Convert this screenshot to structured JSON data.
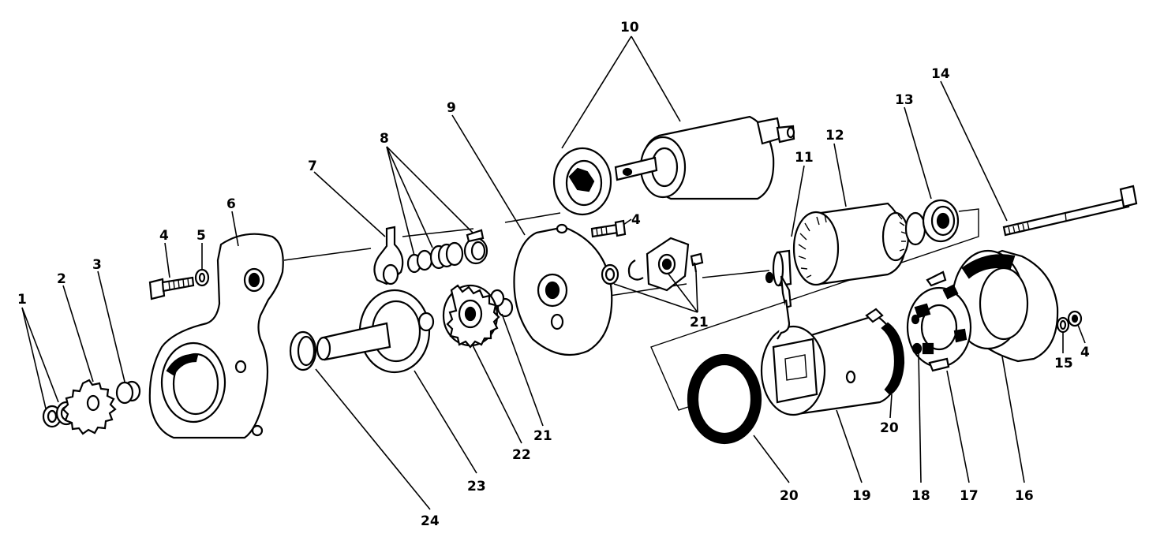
{
  "labels": {
    "l1": "1",
    "l2": "2",
    "l3": "3",
    "l4a": "4",
    "l5": "5",
    "l6": "6",
    "l7": "7",
    "l8": "8",
    "l9": "9",
    "l10": "10",
    "l4b": "4",
    "l11": "11",
    "l12": "12",
    "l13": "13",
    "l14": "14",
    "l21a": "21",
    "l4c": "4",
    "l15": "15",
    "l16": "16",
    "l17": "17",
    "l18": "18",
    "l20a": "20",
    "l19": "19",
    "l20b": "20",
    "l21b": "21",
    "l22": "22",
    "l23": "23",
    "l24": "24"
  }
}
